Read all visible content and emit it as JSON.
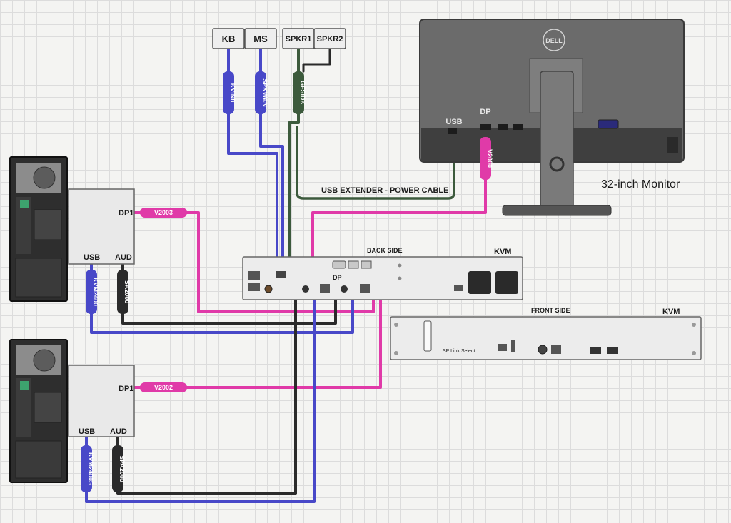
{
  "peripherals": {
    "kb": "KB",
    "ms": "MS",
    "spkr1": "SPKR1",
    "spkr2": "SPKR2"
  },
  "cable_tags": {
    "kb": "KVIN8",
    "ms": "SPKWAN",
    "spkr": "GFSIDK",
    "monitor_dp": "V2000",
    "pc1_dp": "V2003",
    "pc1_usb": "KVM2400",
    "pc1_aud": "SA2000",
    "pc2_dp": "V2002",
    "pc2_usb": "KVM2400S",
    "pc2_aud": "SPA2000"
  },
  "monitor": {
    "brand": "DELL",
    "usb_label": "USB",
    "dp_label": "DP",
    "title": "32-inch Monitor"
  },
  "cable_labels": {
    "usb_extender": "USB EXTENDER - POWER CABLE"
  },
  "pc1": {
    "dp": "DP1",
    "usb": "USB",
    "aud": "AUD"
  },
  "pc2": {
    "dp": "DP1",
    "usb": "USB",
    "aud": "AUD"
  },
  "kvm_back": {
    "side": "BACK SIDE",
    "name": "KVM",
    "dp_port": "DP"
  },
  "kvm_front": {
    "side": "FRONT SIDE",
    "name": "KVM",
    "panel_text": "SP Link Select"
  },
  "colors": {
    "blue_cable": "#4848c8",
    "pink_cable": "#e03aa8",
    "black_cable": "#2a2a2a",
    "green_cable": "#3c5a3c"
  }
}
